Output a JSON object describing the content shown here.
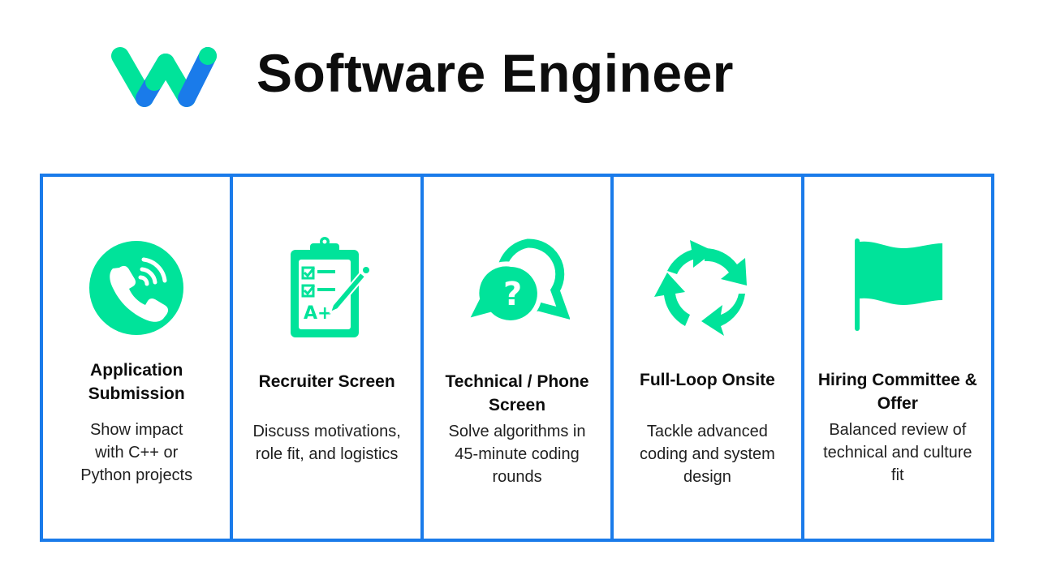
{
  "header": {
    "title": "Software Engineer",
    "brand_colors": {
      "green": "#00e39a",
      "blue": "#1a7bea"
    }
  },
  "steps": [
    {
      "icon": "phone-call-icon",
      "title": "Application Submission",
      "description": "Show impact with C++ or Python projects"
    },
    {
      "icon": "clipboard-checklist-icon",
      "title": "Recruiter Screen",
      "description": "Discuss motivations, role fit, and logistics"
    },
    {
      "icon": "question-chat-bubbles-icon",
      "title": "Technical / Phone Screen",
      "description": "Solve algorithms in 45-minute coding rounds"
    },
    {
      "icon": "cycle-arrows-icon",
      "title": "Full-Loop Onsite",
      "description": "Tackle advanced coding and system design"
    },
    {
      "icon": "flag-icon",
      "title": "Hiring Committee & Offer",
      "description": "Balanced review of technical and culture fit"
    }
  ],
  "clipboard_grade": "A+"
}
